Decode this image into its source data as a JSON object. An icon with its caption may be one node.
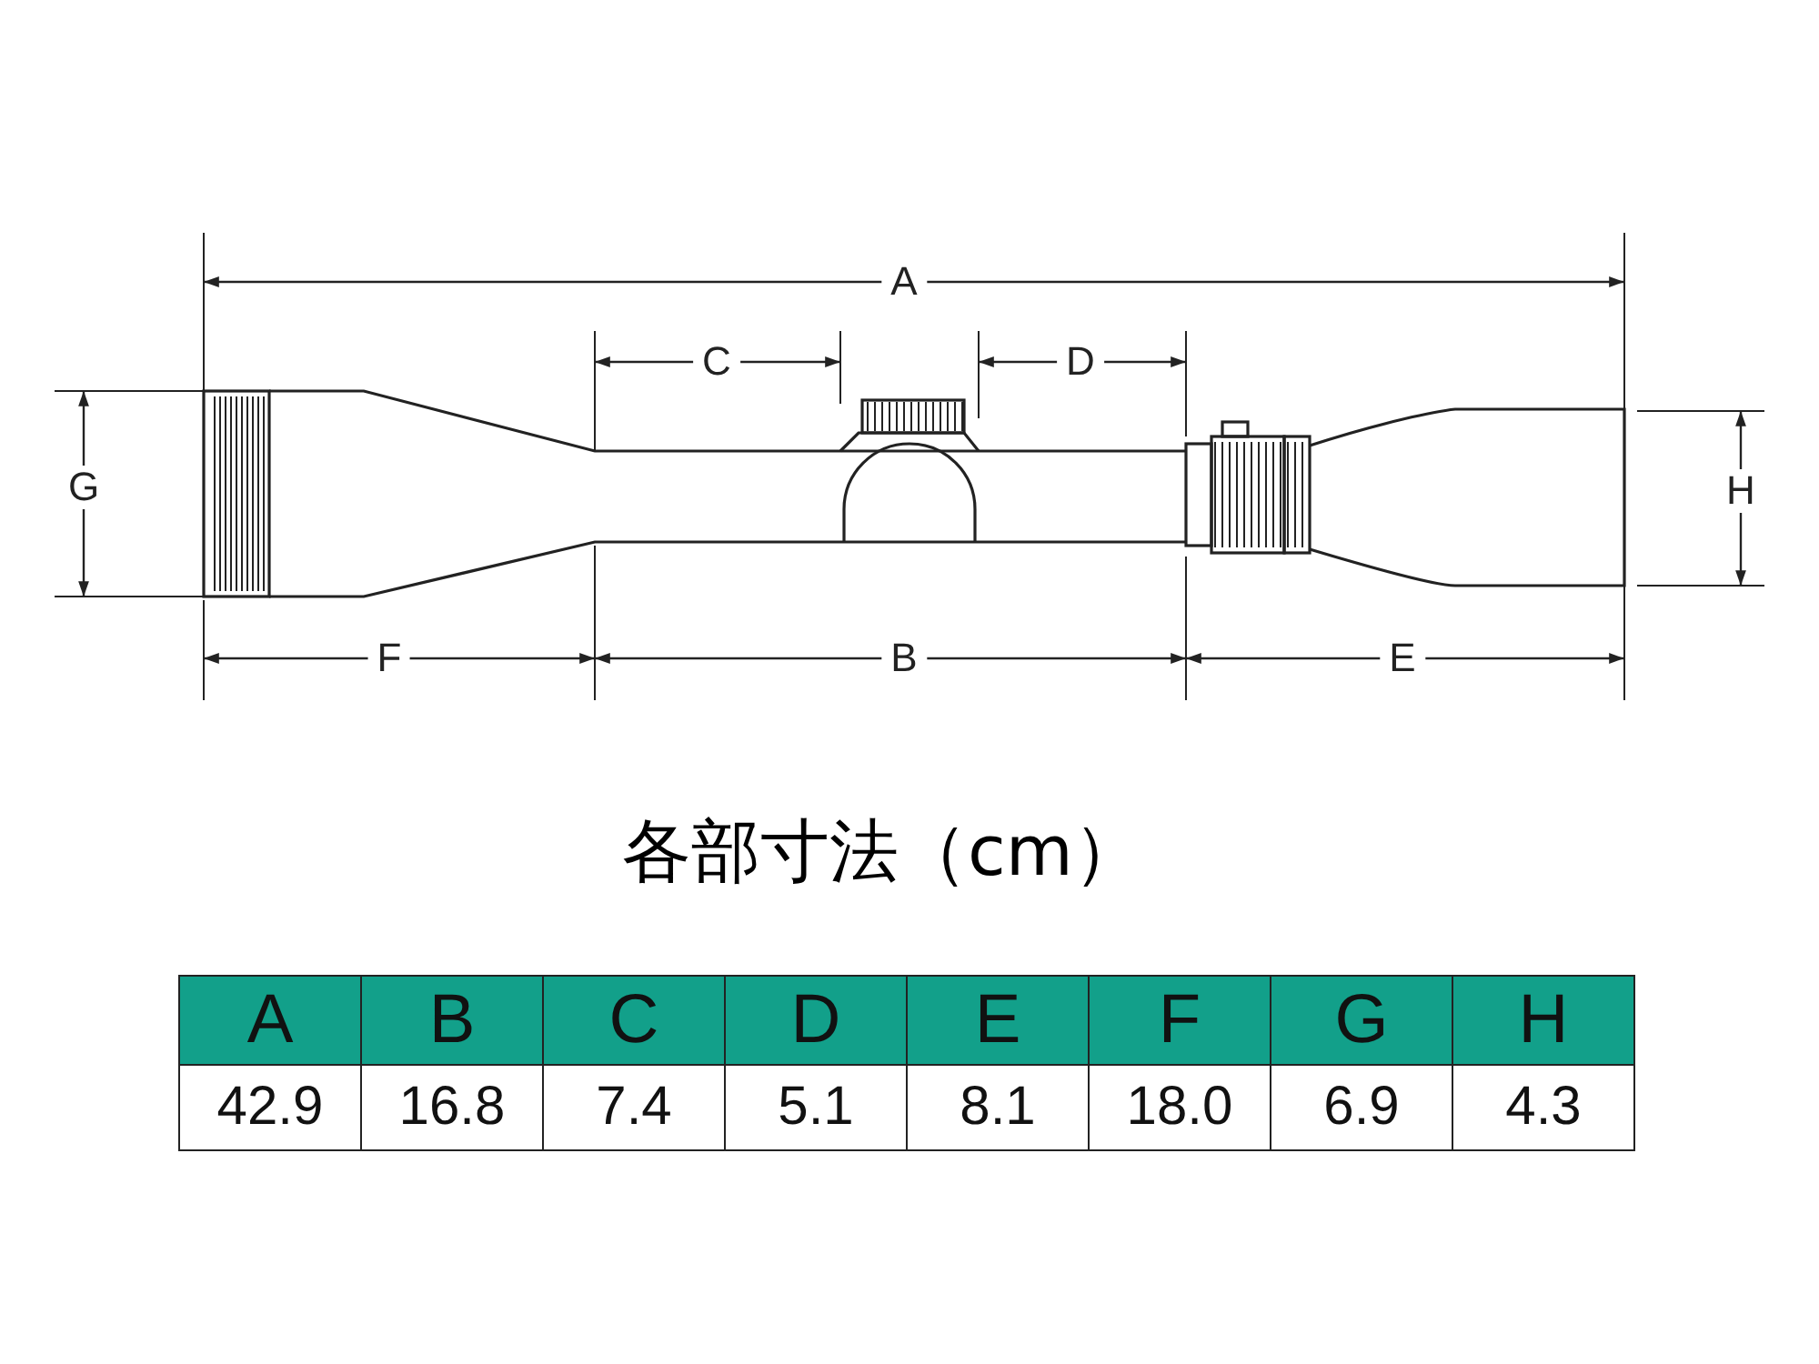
{
  "diagram": {
    "caption": "各部寸法（cm）",
    "labels": [
      "A",
      "C",
      "D",
      "G",
      "H",
      "F",
      "B",
      "E",
      "A",
      "B",
      "C",
      "D",
      "E",
      "F",
      "G",
      "H",
      "42.9",
      "16.8",
      "7.4",
      "5.1",
      "8.1",
      "18.0",
      "6.9",
      "4.3"
    ]
  }
}
